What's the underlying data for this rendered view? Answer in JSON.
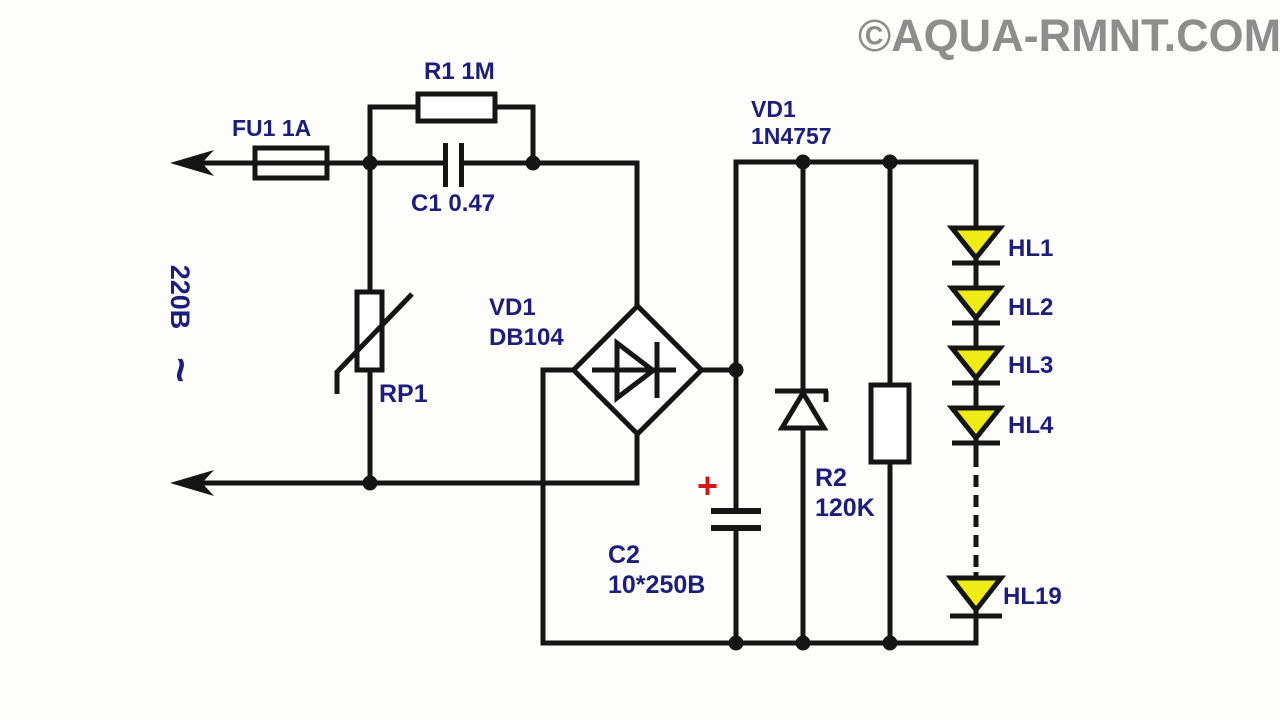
{
  "watermark": {
    "text": "©AQUA-RMNT.COM",
    "color": "#8d8d8d"
  },
  "supply": {
    "voltage_label": "220B",
    "ac_symbol": "~"
  },
  "components": {
    "fuse": {
      "label": "FU1 1A"
    },
    "resistor_r1": {
      "label": "R1 1M"
    },
    "capacitor_c1": {
      "label": "C1 0.47"
    },
    "varistor": {
      "label": "RP1"
    },
    "bridge_rectifier": {
      "ref": "VD1",
      "part": "DB104"
    },
    "zener_diode": {
      "ref": "VD1",
      "part": "1N4757"
    },
    "resistor_r2": {
      "ref": "R2",
      "value": "120K"
    },
    "capacitor_c2": {
      "ref": "C2",
      "value": "10*250B",
      "polarity_mark": "+"
    },
    "led_chain": {
      "led_color": "#efec15",
      "leds": [
        {
          "label": "HL1"
        },
        {
          "label": "HL2"
        },
        {
          "label": "HL3"
        },
        {
          "label": "HL4"
        },
        {
          "label": "HL19"
        }
      ]
    }
  },
  "colors": {
    "wire": "#151515",
    "label": "#1d1d7c",
    "plus": "#d31616",
    "background": "#fdfdfb"
  }
}
